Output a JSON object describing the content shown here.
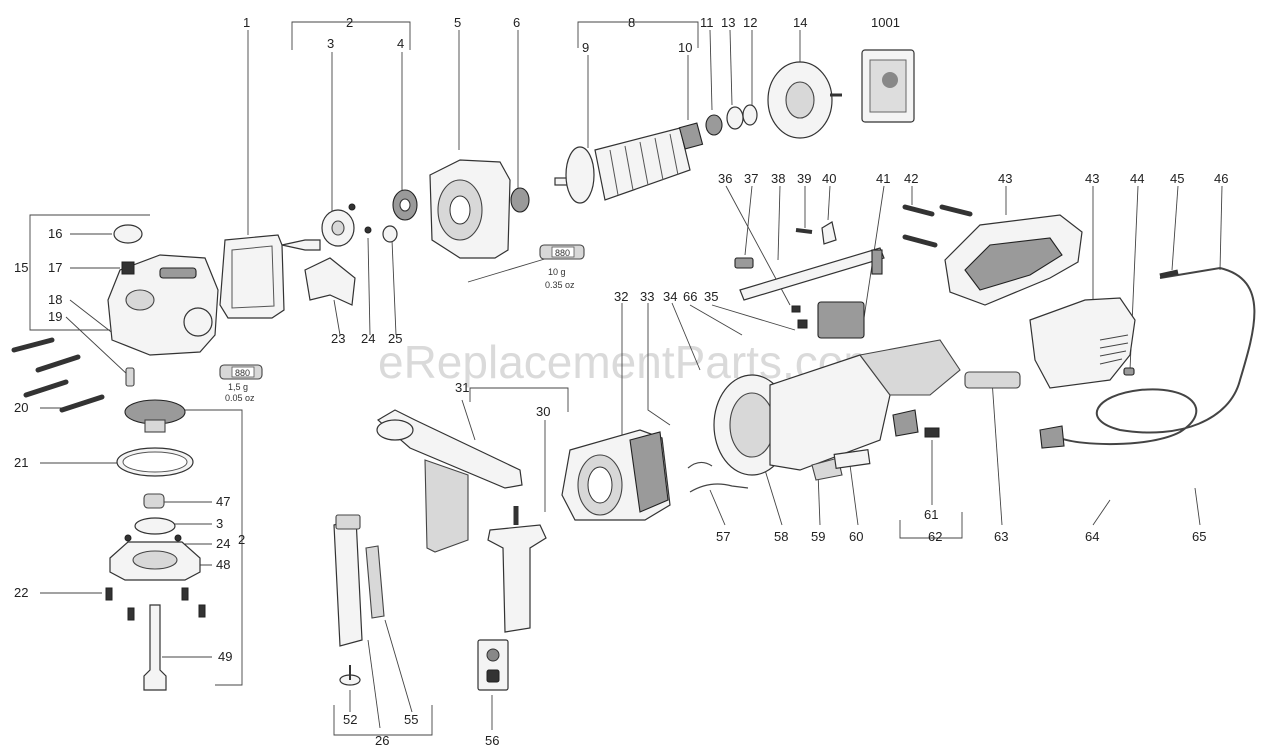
{
  "watermark": "eReplacementParts.com",
  "callouts": {
    "c1": "1",
    "c2_top": "2",
    "c3_top": "3",
    "c4": "4",
    "c5": "5",
    "c6": "6",
    "c8": "8",
    "c9": "9",
    "c10": "10",
    "c11": "11",
    "c13": "13",
    "c12": "12",
    "c14": "14",
    "c1001": "1001",
    "c16": "16",
    "c17": "17",
    "c15": "15",
    "c18": "18",
    "c19": "19",
    "c20": "20",
    "c21": "21",
    "c22": "22",
    "c23": "23",
    "c24_top": "24",
    "c25": "25",
    "c47": "47",
    "c3_low": "3",
    "c24_low": "24",
    "c2_side": "2",
    "c48": "48",
    "c49": "49",
    "c31": "31",
    "c30": "30",
    "c32": "32",
    "c33": "33",
    "c34": "34",
    "c66": "66",
    "c35": "35",
    "c36": "36",
    "c37": "37",
    "c38": "38",
    "c39": "39",
    "c40": "40",
    "c41": "41",
    "c42": "42",
    "c43_a": "43",
    "c43_b": "43",
    "c44": "44",
    "c45": "45",
    "c46": "46",
    "c57": "57",
    "c58": "58",
    "c59": "59",
    "c60": "60",
    "c61": "61",
    "c62": "62",
    "c63": "63",
    "c64": "64",
    "c65": "65",
    "c52": "52",
    "c55": "55",
    "c26": "26",
    "c56": "56"
  },
  "grease_notes": {
    "tube_upper_label": "880",
    "upper_amount_g": "10 g",
    "upper_amount_oz": "0.35 oz",
    "tube_lower_label": "880",
    "lower_amount_g": "1,5 g",
    "lower_amount_oz": "0.05 oz"
  }
}
